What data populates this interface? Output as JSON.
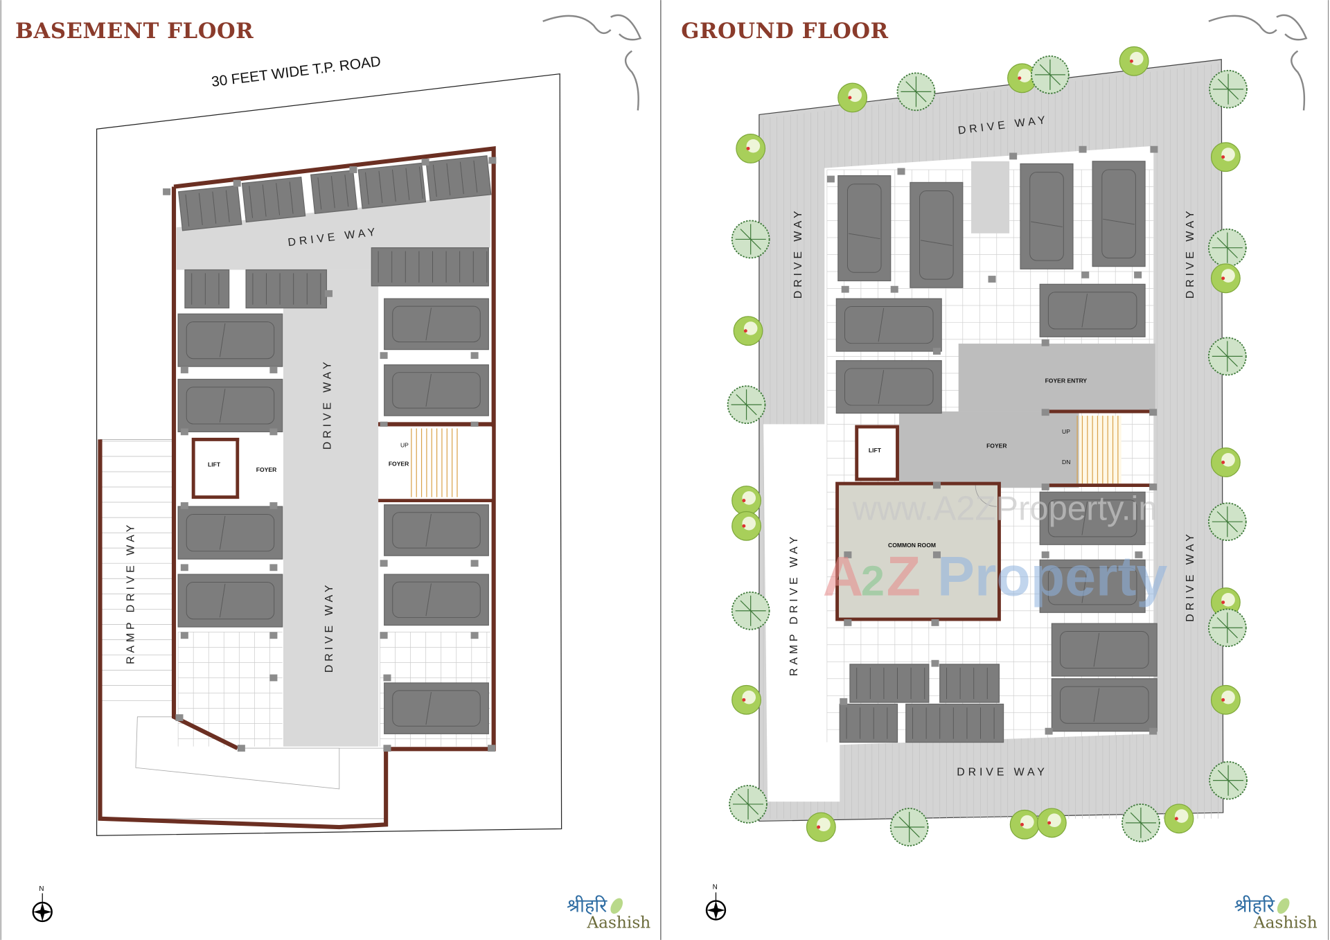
{
  "panels": {
    "basement": {
      "title": "BASEMENT FLOOR",
      "road_label": "30 FEET WIDE  T.P. ROAD",
      "driveway_top": "DRIVE WAY",
      "driveway_vertical_1": "DRIVE WAY",
      "driveway_vertical_2": "DRIVE WAY",
      "ramp_driveway": "RAMP DRIVE WAY",
      "lift": "LIFT",
      "foyer_left": "FOYER",
      "foyer_right": "FOYER",
      "stair_up": "UP"
    },
    "ground": {
      "title": "GROUND FLOOR",
      "driveway_top": "DRIVE WAY",
      "driveway_left": "DRIVE WAY",
      "driveway_right_1": "DRIVE WAY",
      "driveway_right_2": "DRIVE WAY",
      "driveway_bottom": "DRIVE WAY",
      "ramp_driveway": "RAMP DRIVE WAY",
      "foyer_entry": "FOYER ENTRY",
      "foyer": "FOYER",
      "lift": "LIFT",
      "common_room": "COMMON ROOM",
      "stair_up": "UP",
      "stair_down": "DN"
    }
  },
  "compass": {
    "north_label": "N"
  },
  "logo": {
    "devanagari": "श्रीहरि",
    "name": "Aashish"
  },
  "watermark": {
    "url": "www.A2ZProperty.in",
    "brand_a": "A",
    "brand_2": "2",
    "brand_z": "Z",
    "brand_rest": "Property"
  },
  "colors": {
    "wall": "#6b2f22",
    "title": "#8a3b2b",
    "parking": "#7d7d7d",
    "driveway": "#d9d9d9",
    "tree": "#9cc94a"
  }
}
